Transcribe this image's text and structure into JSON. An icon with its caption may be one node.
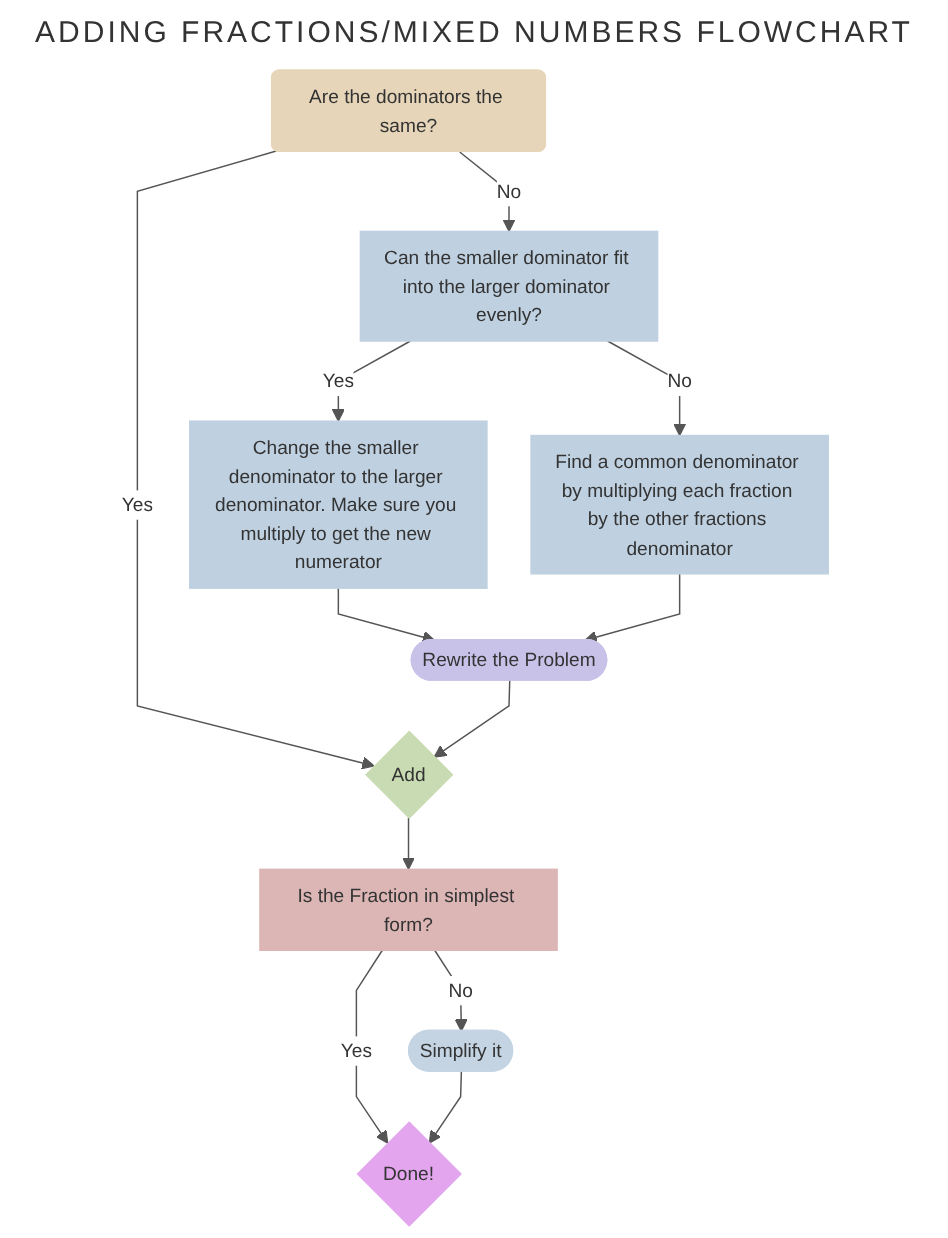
{
  "diagram": {
    "title": "ADDING FRACTIONS/MIXED NUMBERS FLOWCHART",
    "nodes": [
      {
        "text": [
          "Are the dominators the same?"
        ]
      },
      {
        "text": [
          "Can the smaller dominator fit into the larger dominator evenly?"
        ]
      },
      {
        "text": [
          "Change the smaller denominator to the larger denominator. Make sure you multiply to get the new numerator"
        ]
      },
      {
        "text": [
          "Find a common denominator by multiplying each fraction by the other fractions denominator"
        ]
      },
      {
        "text": [
          "Rewrite the Problem"
        ]
      },
      {
        "text": [
          "Add"
        ]
      },
      {
        "text": [
          "Is the Fraction in simplest form?"
        ]
      },
      {
        "text": [
          "Simplify it"
        ]
      },
      {
        "text": [
          "Done!"
        ]
      }
    ],
    "edges": [
      {
        "from": 0,
        "to": 5,
        "arrow": "to",
        "label": "Yes"
      },
      {
        "from": 0,
        "to": 1,
        "arrow": "to",
        "label": "No"
      },
      {
        "from": 1,
        "to": 2,
        "arrow": "to",
        "label": "Yes"
      },
      {
        "from": 1,
        "to": 3,
        "arrow": "to",
        "label": "No"
      },
      {
        "from": 2,
        "to": 4,
        "arrow": "to"
      },
      {
        "from": 3,
        "to": 4,
        "arrow": "to"
      },
      {
        "from": 4,
        "to": 5,
        "arrow": "to"
      },
      {
        "from": 5,
        "to": 6,
        "arrow": "to"
      },
      {
        "from": 6,
        "to": 8,
        "arrow": "to",
        "label": "Yes"
      },
      {
        "from": 6,
        "to": 7,
        "arrow": "to",
        "label": "No"
      },
      {
        "from": 7,
        "to": 8,
        "arrow": "to"
      }
    ]
  }
}
